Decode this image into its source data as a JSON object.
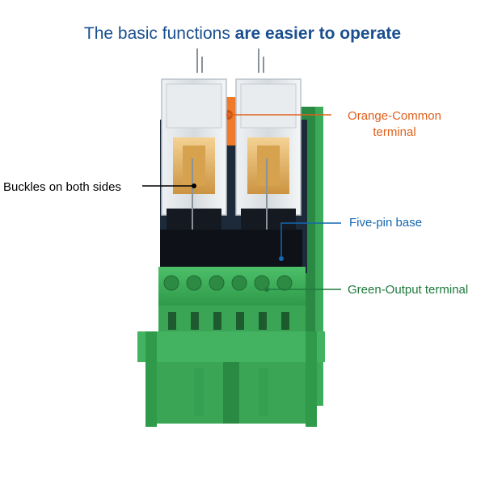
{
  "title": {
    "regular": "The basic functions ",
    "bold": "are easier to operate",
    "color": "#1a4f8f"
  },
  "callouts": {
    "orange_common": {
      "line1": "Orange-Common",
      "line2": "terminal",
      "color": "#e0601c"
    },
    "buckles": {
      "text": "Buckles on both sides",
      "color": "#000000"
    },
    "five_pin_base": {
      "text": "Five-pin base",
      "color": "#1467b0"
    },
    "green_output": {
      "text": "Green-Output terminal",
      "color": "#1e7a3c"
    }
  },
  "colors": {
    "module_green": "#3aa655",
    "relay_shell": "#dfe3e6",
    "orange_terminal": "#f07a2a"
  }
}
